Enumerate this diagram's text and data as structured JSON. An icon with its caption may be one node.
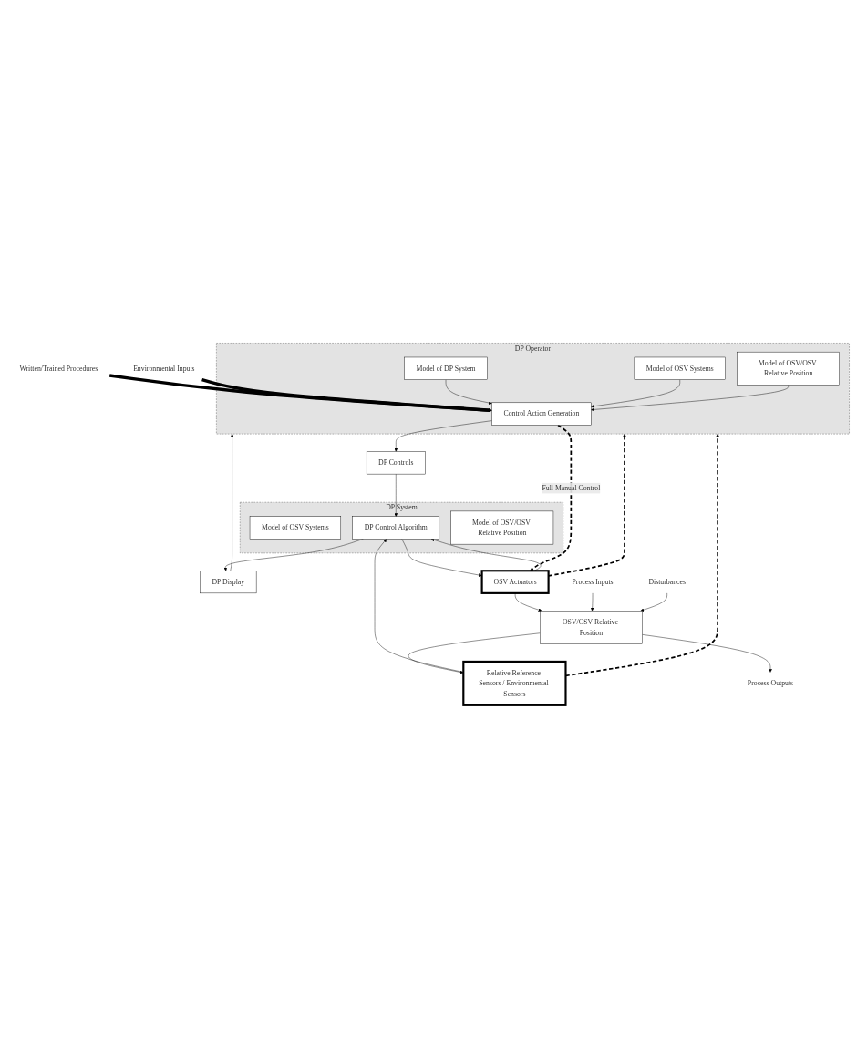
{
  "diagram": {
    "nodes": [
      {
        "text": [
          "DP Operator"
        ]
      },
      {
        "text": [
          "Control Action Generation"
        ],
        "in": 0
      },
      {
        "text": [
          "Model of DP System"
        ],
        "in": 0
      },
      {
        "text": [
          "Model of OSV Systems"
        ],
        "in": 0
      },
      {
        "text": [
          "Model of OSV/OSV Relative Position"
        ],
        "in": 0
      },
      {
        "text": [
          "DP Controls"
        ]
      },
      {
        "text": [
          "DP Display"
        ]
      },
      {
        "text": [
          "DP System"
        ]
      },
      {
        "text": [
          "DP Control Algorithm"
        ],
        "in": 7
      },
      {
        "text": [
          "Model of OSV/OSV Relative Position"
        ],
        "in": 7
      },
      {
        "text": [
          "Model of OSV Systems"
        ],
        "in": 7
      },
      {
        "text": [
          "OSV Actuators"
        ]
      },
      {
        "text": [
          "Relative Reference Sensors / Environmental Sensors"
        ]
      },
      {
        "text": [
          "OSV/OSV Relative Position"
        ]
      },
      {
        "text": [
          "Written/Trained Procedures"
        ]
      },
      {
        "text": [
          "Environmental Inputs"
        ]
      },
      {
        "text": [
          "Process Inputs"
        ]
      },
      {
        "text": [
          "Process Outputs"
        ]
      },
      {
        "text": [
          "Disturbances"
        ]
      }
    ],
    "edges": [
      {
        "from": 14,
        "to": 1,
        "arrow": "to",
        "style": "thick"
      },
      {
        "from": 15,
        "to": 1,
        "arrow": "to",
        "style": "thick"
      },
      {
        "from": 2,
        "to": 1,
        "arrow": "to"
      },
      {
        "from": 3,
        "to": 1,
        "arrow": "to"
      },
      {
        "from": 4,
        "to": 1,
        "arrow": "to"
      },
      {
        "from": 1,
        "to": 5,
        "arrow": "to"
      },
      {
        "from": 5,
        "to": 8,
        "arrow": "to"
      },
      {
        "from": 8,
        "to": 6,
        "arrow": "to"
      },
      {
        "from": 6,
        "to": 0,
        "arrow": "to"
      },
      {
        "from": 8,
        "to": 11,
        "arrow": "to"
      },
      {
        "from": 11,
        "to": 8,
        "arrow": "to"
      },
      {
        "from": 12,
        "to": 8,
        "arrow": "to"
      },
      {
        "from": 1,
        "to": 11,
        "arrow": "to",
        "style": "dashed",
        "label": "Full Manual Control"
      },
      {
        "from": 11,
        "to": 0,
        "arrow": "to",
        "style": "dashed"
      },
      {
        "from": 12,
        "to": 0,
        "arrow": "to",
        "style": "dashed"
      },
      {
        "from": 11,
        "to": 13,
        "arrow": "to"
      },
      {
        "from": 16,
        "to": 13,
        "arrow": "to"
      },
      {
        "from": 18,
        "to": 13,
        "arrow": "to"
      },
      {
        "from": 13,
        "to": 12,
        "arrow": "to"
      },
      {
        "from": 13,
        "to": 17,
        "arrow": "to"
      }
    ]
  }
}
